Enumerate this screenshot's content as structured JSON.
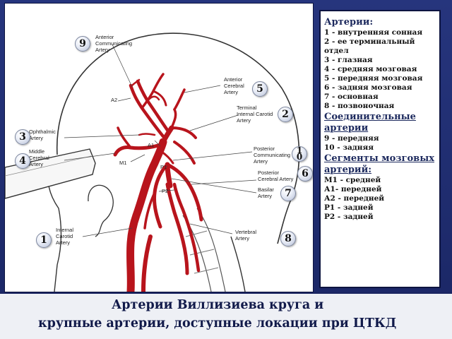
{
  "figure_labels": {
    "anterior_communicating": [
      "Anterior",
      "Communicating",
      "Artery"
    ],
    "anterior_cerebral": [
      "Anterior",
      "Cerebral",
      "Artery"
    ],
    "terminal_ica": [
      "Terminal",
      "Internal Carotid",
      "Artery"
    ],
    "ophthalmic": [
      "Ophthalmic",
      "Artery"
    ],
    "middle_cerebral": [
      "Middle",
      "Cerebral",
      "Artery"
    ],
    "posterior_communicating": [
      "Posterior",
      "Communicating",
      "Artery"
    ],
    "posterior_cerebral": [
      "Posterior",
      "Cerebral Artery"
    ],
    "basilar": [
      "Basilar",
      "Artery"
    ],
    "vertebral": [
      "Vertebral",
      "Artery"
    ],
    "internal_carotid": [
      "Internal",
      "Carotid",
      "Artery"
    ],
    "a1": "A1",
    "a2": "A2",
    "m1": "M1",
    "p1": "P1",
    "p2": "P2"
  },
  "markers": {
    "m1": "1",
    "m2": "2",
    "m3": "3",
    "m4": "4",
    "m5": "5",
    "m6": "6",
    "m7": "7",
    "m8": "8",
    "m9": "9",
    "m10": "1 0"
  },
  "legend": {
    "heading_arteries": "Артерии:",
    "arteries": [
      "1 - внутренняя сонная",
      "2 -  ее терминальный отдел",
      "3 - глазная",
      "4 - средняя мозговая",
      "5 - передняя мозговая",
      "6 - задняя мозговая",
      "7 - основная",
      "8 - позвоночная"
    ],
    "heading_connecting": "Соединительные артерии",
    "connecting": [
      "9 - передняя",
      "10 - задняя"
    ],
    "heading_segments": "Сегменты мозговых артерий:",
    "segments": [
      "М1 - средней",
      "А1- передней",
      "А2 - передней",
      "Р1 - задней",
      "Р2 - задней"
    ]
  },
  "caption": {
    "line1": "Артерии Виллизиева круга и",
    "line2": "крупные артерии,  доступные локации при ЦТКД"
  },
  "colors": {
    "background": "#1d2a6b",
    "artery_red": "#b8141c",
    "legend_heading": "#1d2a5e"
  }
}
